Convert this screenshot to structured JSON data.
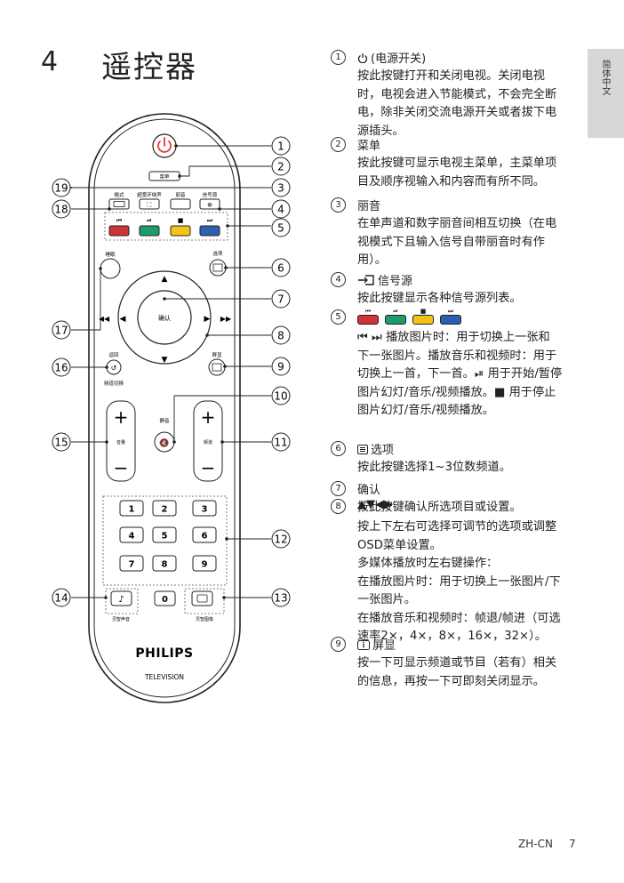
{
  "page": {
    "section_number": "4",
    "title": "遥控器",
    "side_tab": "简体中文",
    "footer_code": "ZH-CN",
    "page_number": "7"
  },
  "remote": {
    "labels": {
      "menu": "菜单",
      "format": "格式",
      "surround": "超宽环绕声",
      "mono": "丽音",
      "source": "信号源",
      "ambi": "睡眠",
      "options": "选项",
      "ok": "确认",
      "back": "返回",
      "ch_switch": "频道切换",
      "info": "屏显",
      "mute": "静音",
      "volume": "音量",
      "channel": "频道",
      "smart_sound": "灵智声音",
      "smart_picture": "灵智图像"
    },
    "brand": "PHILIPS",
    "subtitle": "TELEVISION",
    "digits": [
      "1",
      "2",
      "3",
      "4",
      "5",
      "6",
      "7",
      "8",
      "9",
      "0"
    ],
    "callouts": [
      "1",
      "2",
      "3",
      "4",
      "5",
      "6",
      "7",
      "8",
      "9",
      "10",
      "11",
      "12",
      "13",
      "14",
      "15",
      "16",
      "17",
      "18",
      "19"
    ],
    "colors": {
      "red": "#d0343a",
      "green": "#1e9b6b",
      "yellow": "#f2c418",
      "blue": "#2c5fb0",
      "power": "#e53935"
    }
  },
  "items": [
    {
      "num": "1",
      "title": "(电源开关)",
      "icon": "power-icon",
      "lines": [
        "按此按键打开和关闭电视。关闭电视",
        "时，电视会进入节能模式，不会完全断",
        "电，除非关闭交流电源开关或者拔下电",
        "源插头。"
      ]
    },
    {
      "num": "2",
      "title": "菜单",
      "lines": [
        "按此按键可显示电视主菜单，主菜单项",
        "目及顺序视输入和内容而有所不同。"
      ]
    },
    {
      "num": "3",
      "title": "丽音",
      "lines": [
        "在单声道和数字丽音间相互切换（在电",
        "视模式下且输入信号自带丽音时有作",
        "用）。"
      ]
    },
    {
      "num": "4",
      "title": "信号源",
      "icon": "source-icon",
      "lines": [
        "按此按键显示各种信号源列表。"
      ]
    },
    {
      "num": "5",
      "title": "",
      "lines": [
        "⏮ ⏭ 播放图片时：用于切换上一张和",
        "下一张图片。播放音乐和视频时：用于",
        "切换上一首，下一首。⏯ 用于开始/暂停",
        "图片幻灯/音乐/视频播放。■ 用于停止",
        "图片幻灯/音乐/视频播放。"
      ]
    },
    {
      "num": "6",
      "title": "选项",
      "icon": "options-icon",
      "lines": [
        "按此按键选择1~3位数频道。"
      ]
    },
    {
      "num": "7",
      "title": "确认",
      "lines": [
        "按此按键确认所选项目或设置。"
      ]
    },
    {
      "num": "8",
      "title": "▲▼◀▶",
      "lines": [
        "按上下左右可选择可调节的选项或调整",
        "OSD菜单设置。",
        "多媒体播放时左右键操作：",
        "在播放图片时：用于切换上一张图片/下",
        "一张图片。",
        "在播放音乐和视频时：帧退/帧进（可选",
        "速率2×，4×，8×，16×，32×）。"
      ]
    },
    {
      "num": "9",
      "title": "屏显",
      "icon": "info-icon",
      "lines": [
        "按一下可显示频道或节目（若有）相关",
        "的信息，再按一下可即刻关闭显示。"
      ]
    }
  ]
}
